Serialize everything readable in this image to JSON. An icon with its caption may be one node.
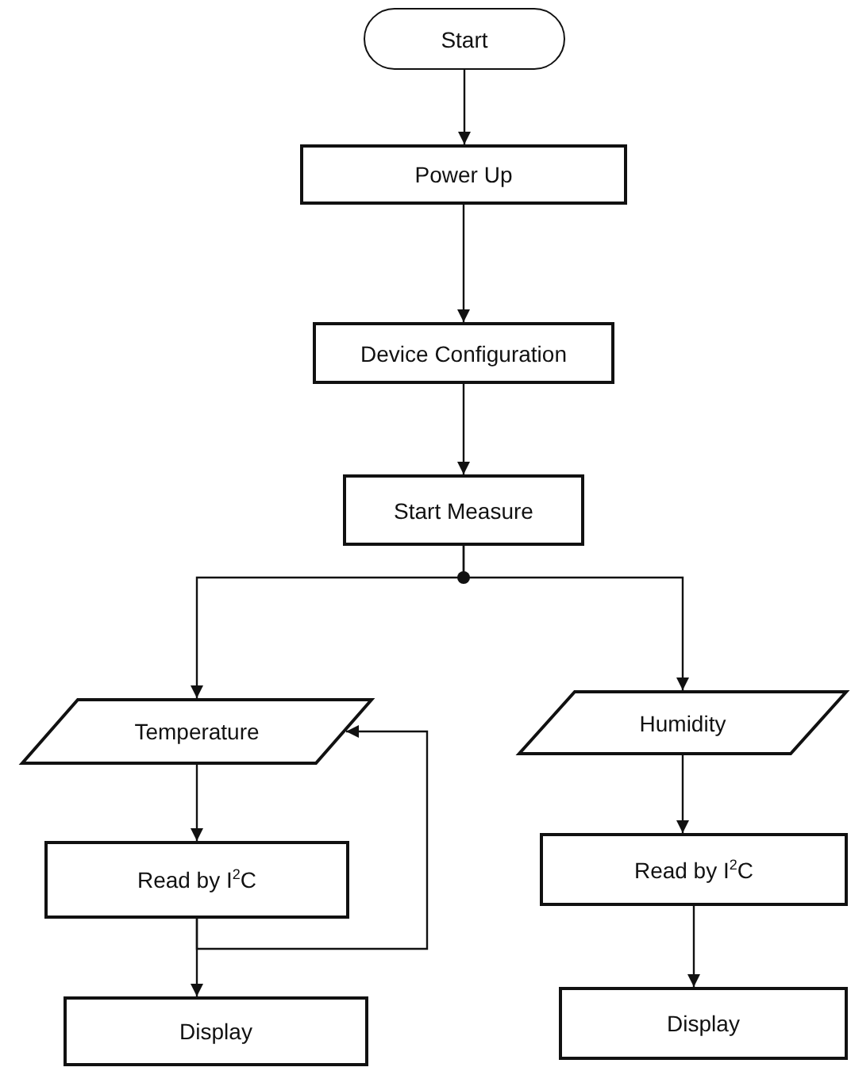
{
  "diagram": {
    "nodes": [
      {
        "text": [
          "Start"
        ]
      },
      {
        "text": [
          "Power Up"
        ]
      },
      {
        "text": [
          "Device Configuration"
        ]
      },
      {
        "text": [
          "Start Measure"
        ]
      },
      {
        "text": [
          "Temperature"
        ]
      },
      {
        "text": [
          "Read by I$^{2}$C"
        ]
      },
      {
        "text": [
          "Display"
        ]
      },
      {
        "text": [
          "Humidity"
        ]
      },
      {
        "text": [
          "Read by I$^{2}$C"
        ]
      },
      {
        "text": [
          "Display"
        ]
      }
    ],
    "edges": [
      {
        "from": 0,
        "to": 1,
        "arrow": "to"
      },
      {
        "from": 1,
        "to": 2,
        "arrow": "to"
      },
      {
        "from": 2,
        "to": 3,
        "arrow": "to"
      },
      {
        "from": 3,
        "to": 4,
        "arrow": "to"
      },
      {
        "from": 3,
        "to": 7,
        "arrow": "to"
      },
      {
        "from": 4,
        "to": 5,
        "arrow": "to"
      },
      {
        "from": 5,
        "to": 6,
        "arrow": "to"
      },
      {
        "from": 5,
        "to": 4,
        "arrow": "to"
      },
      {
        "from": 7,
        "to": 8,
        "arrow": "to"
      },
      {
        "from": 8,
        "to": 9,
        "arrow": "to"
      }
    ]
  }
}
